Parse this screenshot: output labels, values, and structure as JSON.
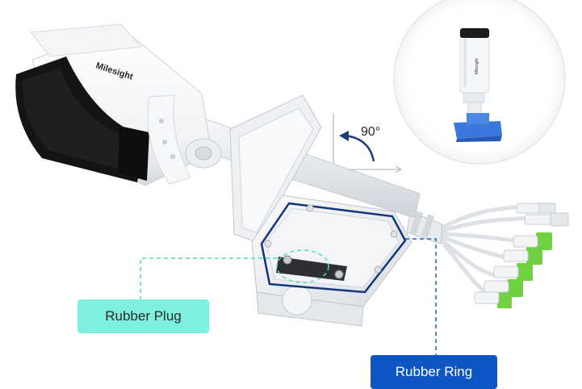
{
  "brand": {
    "logo_text": "Milesight"
  },
  "rotation": {
    "angle_text": "90°"
  },
  "callouts": {
    "rubber_plug": {
      "label": "Rubber Plug",
      "color": "#7ff0dd",
      "line_color": "#52d9c6",
      "text_color": "#2a2a2a"
    },
    "rubber_ring": {
      "label": "Rubber Ring",
      "color": "#0d56c4",
      "line_color": "#1e5fc8",
      "text_color": "#ffffff"
    }
  },
  "colors": {
    "connector_green": "#6fd13f",
    "mount_blue": "#3a78dd",
    "camera_white": "#ffffff",
    "camera_black": "#141414",
    "box_grey": "#e9ecef"
  }
}
